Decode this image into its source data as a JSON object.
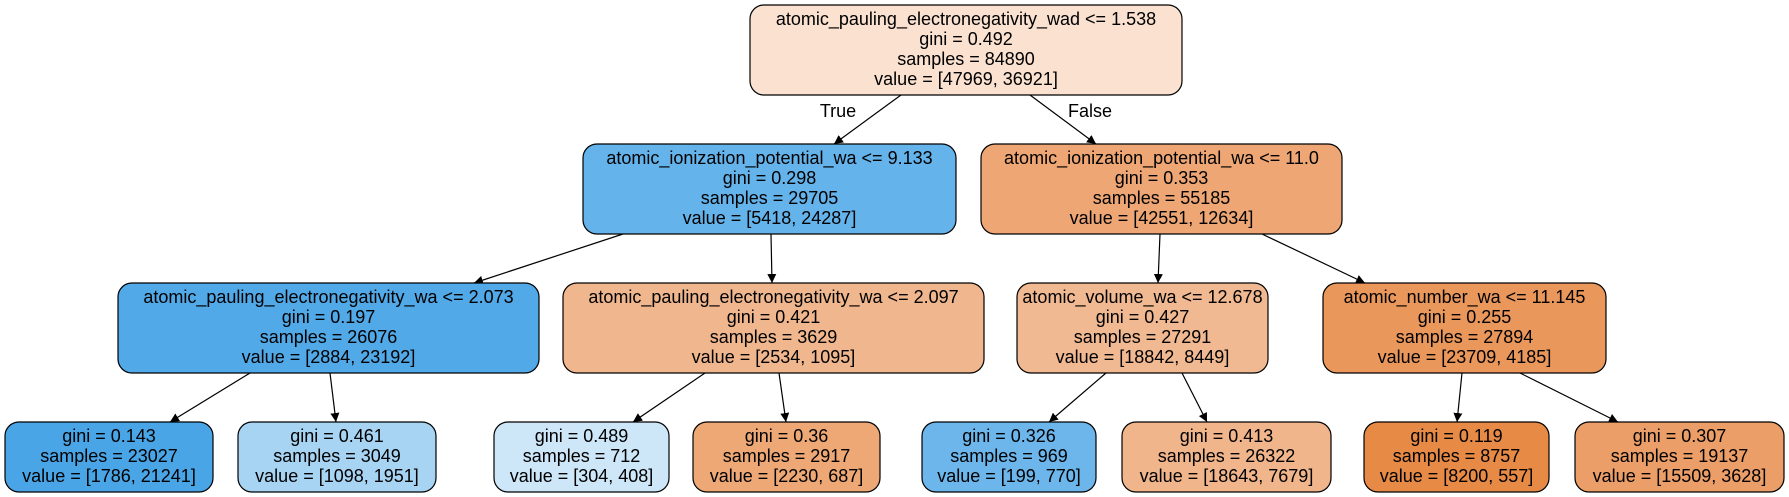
{
  "nodes": [
    {
      "id": "n0",
      "lines": [
        "atomic_pauling_electronegativity_wad <= 1.538",
        "gini = 0.492",
        "samples = 84890",
        "value = [47969, 36921]"
      ],
      "color": "#fae1d0"
    },
    {
      "id": "n1",
      "lines": [
        "atomic_ionization_potential_wa <= 9.133",
        "gini = 0.298",
        "samples = 29705",
        "value = [5418, 24287]"
      ],
      "color": "#65b3eb"
    },
    {
      "id": "n2",
      "lines": [
        "atomic_ionization_potential_wa <= 11.0",
        "gini = 0.353",
        "samples = 55185",
        "value = [42551, 12634]"
      ],
      "color": "#eda674"
    },
    {
      "id": "n3",
      "lines": [
        "atomic_pauling_electronegativity_wa <= 2.073",
        "gini = 0.197",
        "samples = 26076",
        "value = [2884, 23192]"
      ],
      "color": "#52a9e8"
    },
    {
      "id": "n4",
      "lines": [
        "atomic_pauling_electronegativity_wa <= 2.097",
        "gini = 0.421",
        "samples = 3629",
        "value = [2534, 1095]"
      ],
      "color": "#f0b78e"
    },
    {
      "id": "n5",
      "lines": [
        "atomic_volume_wa <= 12.678",
        "gini = 0.427",
        "samples = 27291",
        "value = [18842, 8449]"
      ],
      "color": "#f1b992"
    },
    {
      "id": "n6",
      "lines": [
        "atomic_number_wa <= 11.145",
        "gini = 0.255",
        "samples = 27894",
        "value = [23709, 4185]"
      ],
      "color": "#ea975c"
    },
    {
      "id": "n7",
      "lines": [
        "gini = 0.143",
        "samples = 23027",
        "value = [1786, 21241]"
      ],
      "color": "#4aa5e7"
    },
    {
      "id": "n8",
      "lines": [
        "gini = 0.461",
        "samples = 3049",
        "value = [1098, 1951]"
      ],
      "color": "#a8d4f4"
    },
    {
      "id": "n9",
      "lines": [
        "gini = 0.489",
        "samples = 712",
        "value = [304, 408]"
      ],
      "color": "#cde6f8"
    },
    {
      "id": "n10",
      "lines": [
        "gini = 0.36",
        "samples = 2917",
        "value = [2230, 687]"
      ],
      "color": "#eda876"
    },
    {
      "id": "n11",
      "lines": [
        "gini = 0.326",
        "samples = 969",
        "value = [199, 770]"
      ],
      "color": "#6cb6ec"
    },
    {
      "id": "n12",
      "lines": [
        "gini = 0.413",
        "samples = 26322",
        "value = [18643, 7679]"
      ],
      "color": "#f0b58b"
    },
    {
      "id": "n13",
      "lines": [
        "gini = 0.119",
        "samples = 8757",
        "value = [8200, 557]"
      ],
      "color": "#e78a46"
    },
    {
      "id": "n14",
      "lines": [
        "gini = 0.307",
        "samples = 19137",
        "value = [15509, 3628]"
      ],
      "color": "#eb9e67"
    }
  ],
  "edges": [
    {
      "from": "n0",
      "to": "n1",
      "label": "True"
    },
    {
      "from": "n0",
      "to": "n2",
      "label": "False"
    },
    {
      "from": "n1",
      "to": "n3",
      "label": ""
    },
    {
      "from": "n1",
      "to": "n4",
      "label": ""
    },
    {
      "from": "n2",
      "to": "n5",
      "label": ""
    },
    {
      "from": "n2",
      "to": "n6",
      "label": ""
    },
    {
      "from": "n3",
      "to": "n7",
      "label": ""
    },
    {
      "from": "n3",
      "to": "n8",
      "label": ""
    },
    {
      "from": "n4",
      "to": "n9",
      "label": ""
    },
    {
      "from": "n4",
      "to": "n10",
      "label": ""
    },
    {
      "from": "n5",
      "to": "n11",
      "label": ""
    },
    {
      "from": "n5",
      "to": "n12",
      "label": ""
    },
    {
      "from": "n6",
      "to": "n13",
      "label": ""
    },
    {
      "from": "n6",
      "to": "n14",
      "label": ""
    }
  ]
}
